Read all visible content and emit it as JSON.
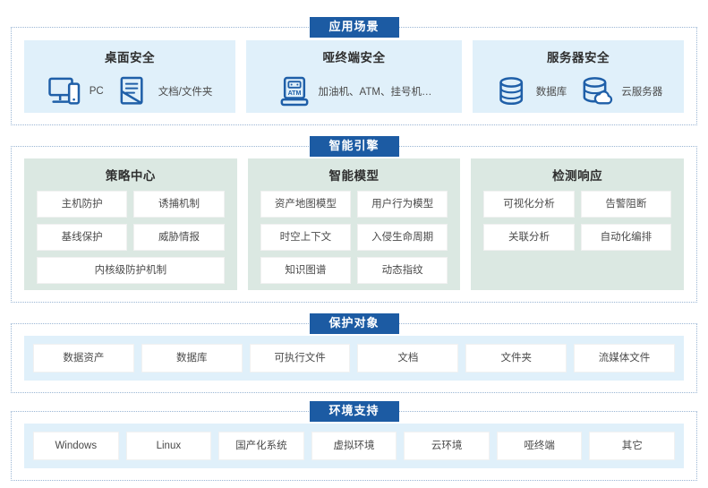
{
  "sections": {
    "scenarios": {
      "title": "应用场景",
      "cards": [
        {
          "name": "桌面安全",
          "items": [
            {
              "icon": "desktop-pc-icon",
              "label": "PC"
            },
            {
              "icon": "document-folder-icon",
              "label": "文档/文件夹"
            }
          ]
        },
        {
          "name": "哑终端安全",
          "items": [
            {
              "icon": "atm-terminal-icon",
              "label": "加油机、ATM、挂号机…"
            }
          ]
        },
        {
          "name": "服务器安全",
          "items": [
            {
              "icon": "database-icon",
              "label": "数据库"
            },
            {
              "icon": "cloud-server-icon",
              "label": "云服务器"
            }
          ]
        }
      ]
    },
    "engine": {
      "title": "智能引擎",
      "cards": [
        {
          "name": "策略中心",
          "chips": [
            "主机防护",
            "诱捕机制",
            "基线保护",
            "威胁情报",
            "内核级防护机制"
          ]
        },
        {
          "name": "智能模型",
          "chips": [
            "资产地图模型",
            "用户行为模型",
            "时空上下文",
            "入侵生命周期",
            "知识图谱",
            "动态指纹"
          ]
        },
        {
          "name": "检测响应",
          "chips": [
            "可视化分析",
            "告警阻断",
            "关联分析",
            "自动化编排"
          ]
        }
      ]
    },
    "objects": {
      "title": "保护对象",
      "chips": [
        "数据资产",
        "数据库",
        "可执行文件",
        "文档",
        "文件夹",
        "流媒体文件"
      ]
    },
    "environment": {
      "title": "环境支持",
      "chips": [
        "Windows",
        "Linux",
        "国产化系统",
        "虚拟环境",
        "云环境",
        "哑终端",
        "其它"
      ]
    }
  },
  "colors": {
    "badge_blue": "#1c5ba3",
    "panel_blue": "#e0f0fa",
    "panel_green": "#dbe8e2",
    "icon_blue": "#1f5fa8",
    "dotted_border": "#9bb6d4"
  }
}
